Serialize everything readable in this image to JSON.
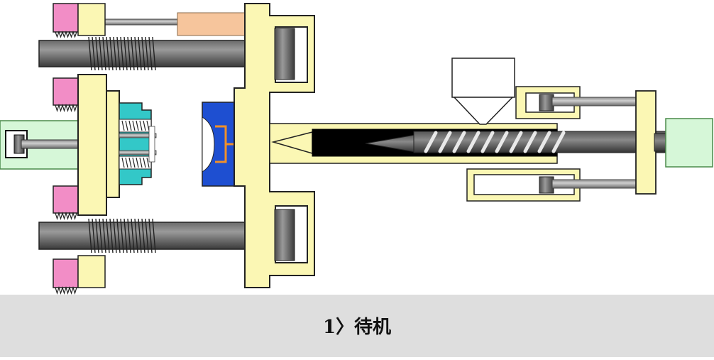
{
  "caption": {
    "text": "1〉待机"
  },
  "colors": {
    "frame": "#fbf7b4",
    "rod": "#555555",
    "rod_light": "#c9c9c9",
    "thread_pad": "#f28dc6",
    "actuator": "#f6c59c",
    "mold_fixed": "#1e4fd1",
    "mold_moving": "#33c8c8",
    "gate_mark": "#f0902a",
    "barrel": "#000000",
    "cylinder_mint": "#d6f7d8",
    "outline": "#111111",
    "caption_bg": "#dedede"
  },
  "components": {
    "clamp_cylinder": "clamp-cylinder",
    "tie_bars": "tie-bars",
    "moving_platen": "moving-platen",
    "moving_mold_half": "moving-mold-half",
    "fixed_mold_half": "fixed-mold-half",
    "fixed_platen": "fixed-platen",
    "nozzle": "nozzle",
    "barrel": "barrel",
    "screw": "screw",
    "hopper": "hopper",
    "injection_cylinders": "injection-cylinders",
    "drive_motor": "drive-motor"
  }
}
